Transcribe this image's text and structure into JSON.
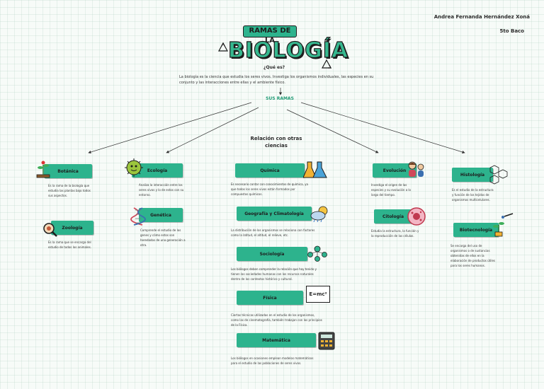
{
  "author": "Andrea Fernanda Hernández Xoná",
  "grade": "5to Baco",
  "title_top": "RAMAS DE LA",
  "title_main": "BIOLOGÍA",
  "subtitle": "¿Qué es?",
  "intro": "La biología es la ciencia que estudia los seres vivos. Investiga los organismos individuales, las especies en su conjunto y las interacciones entre ellas y el ambiente físico.",
  "branches_label": "SUS RAMAS",
  "relation_label": "Relación con otras ciencias",
  "branches": {
    "botanica": {
      "label": "Botánica",
      "desc": "Es la rama de la biología que estudia las plantas bajo todos sus aspectos."
    },
    "zoologia": {
      "label": "Zoología",
      "desc": "Es la rama que se encarga del estudio de todos los animales."
    },
    "ecologia": {
      "label": "Ecología",
      "desc": "Analiza la interacción entre los seres vivos y lo de estos con su entorno."
    },
    "genetica": {
      "label": "Genética",
      "desc": "Comprende el estudio de los genes y cómo estos son heredados de una generación a otra."
    },
    "evolucion": {
      "label": "Evolución",
      "desc": "Investiga el origen de las especies y su evolución a lo largo del tiempo."
    },
    "citologia": {
      "label": "Citología",
      "desc": "Estudia la estructura, la función y la reproducción de las células."
    },
    "histologia": {
      "label": "Histología",
      "desc": "Es el estudio de la estructura y función de los tejidos de organismos multicelulares."
    },
    "biotecnologia": {
      "label": "Biotecnología",
      "desc": "Se encarga del uso de organismos o de sustancias obtenidas de ellos en la elaboración de productos útiles para los seres humanos."
    }
  },
  "sciences": {
    "quimica": {
      "label": "Química",
      "desc": "Es necesario contar con conocimientos de química, ya que todos los seres vivos están formados por compuestos químicos."
    },
    "geografia": {
      "label": "Geografía y Climatología",
      "desc": "La distribución de los organismos se relaciona con factores como la latitud, el altitud, el relieve, etc."
    },
    "sociologia": {
      "label": "Sociología",
      "desc": "Los biólogos deben comprender la relación que hay tenido y tienen las sociedades humanas con los recursos naturales dentro de los contextos histórico y cultural."
    },
    "fisica": {
      "label": "Física",
      "desc": "Ciertas técnicas utilizadas en el estudio de los organismos, como las de cinematografía, también trabajan con los principios de la Física."
    },
    "matematica": {
      "label": "Matemática",
      "desc": "Los biólogos en ocasiones emplean modelos matemáticos para el estudio de las poblaciones de seres vivos."
    }
  },
  "physics_formula": "E=mc²",
  "colors": {
    "accent": "#2db38d",
    "ink": "#1d1d1d",
    "background": "#f7fbf8"
  },
  "icons": [
    "recycle-icon",
    "plant-lab-icon",
    "magnifier-icon",
    "virus-icon",
    "dna-icon",
    "flask-icon",
    "cloud-sun-icon",
    "people-icon",
    "blackboard-icon",
    "calculator-icon",
    "family-icon",
    "cell-icon",
    "hexagon-tissue-icon",
    "microscope-plant-icon"
  ]
}
